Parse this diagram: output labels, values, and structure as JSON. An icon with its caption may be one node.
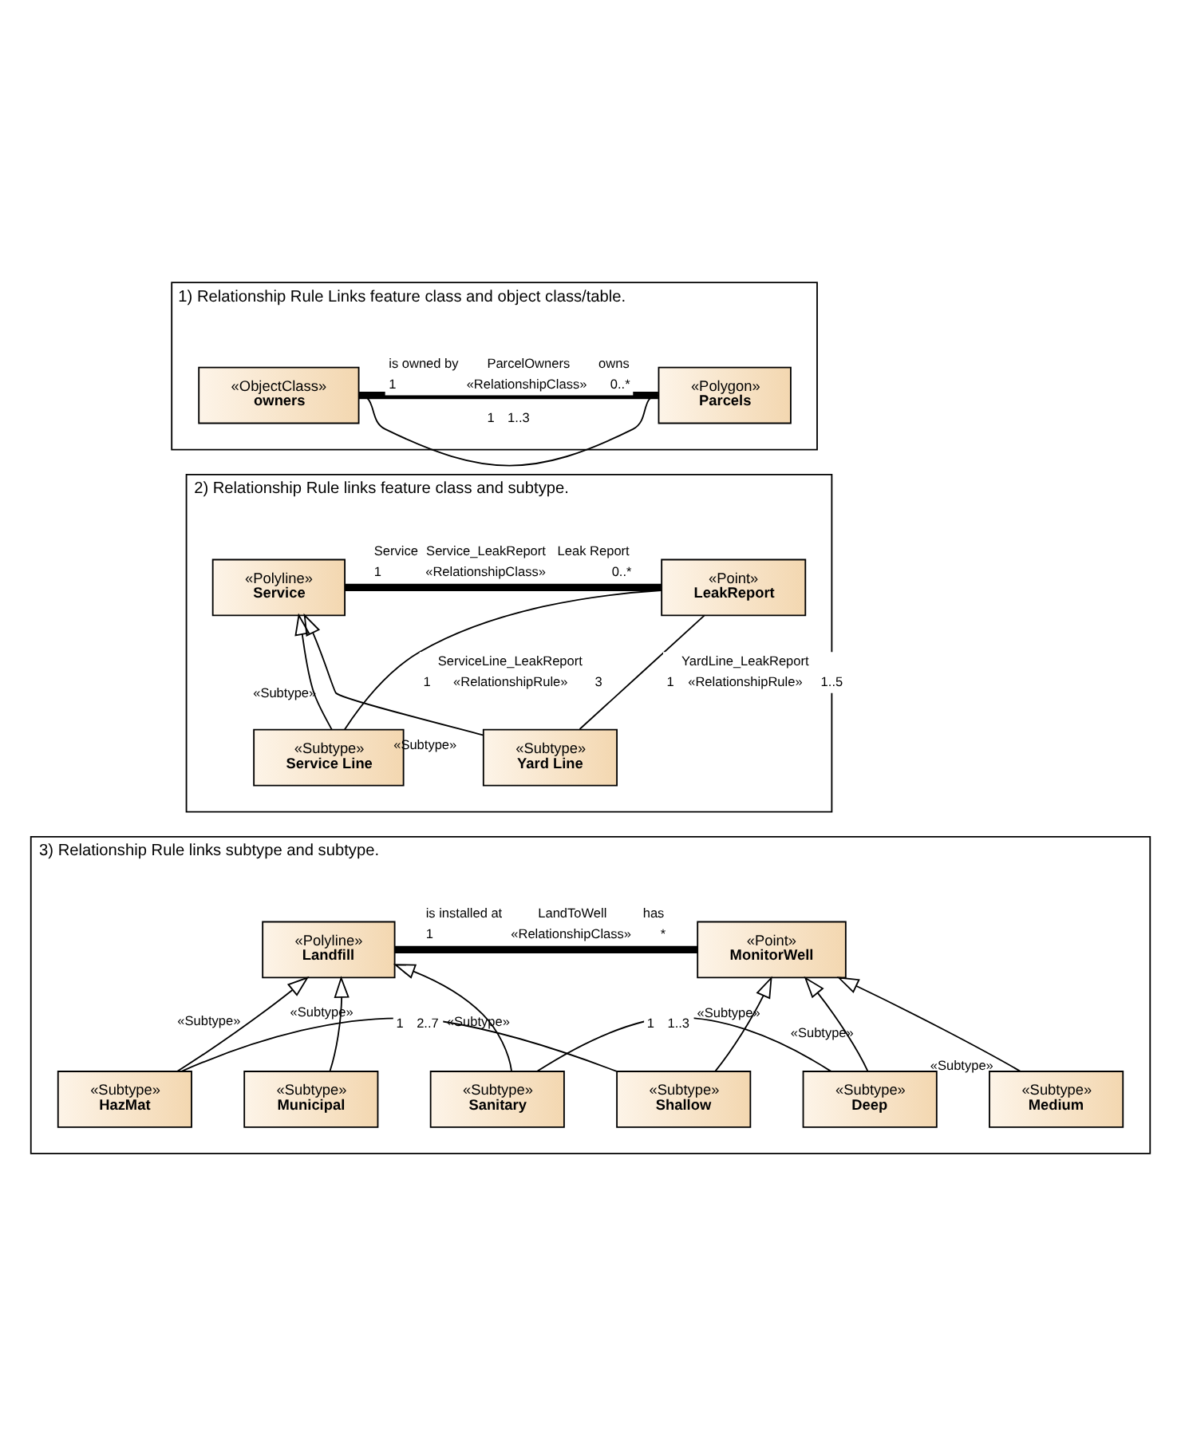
{
  "diagram": {
    "nodes": [
      {
        "text": [
          "1) Relationship Rule Links feature class and object class/table."
        ]
      },
      {
        "text": [
          "«ObjectClass»",
          "owners"
        ],
        "in": 0
      },
      {
        "text": [
          "«Polygon»",
          "Parcels"
        ],
        "in": 0
      },
      {
        "text": [
          "2) Relationship Rule links feature class and subtype."
        ]
      },
      {
        "text": [
          "«Polyline»",
          "Service"
        ],
        "in": 3
      },
      {
        "text": [
          "«Point»",
          "LeakReport"
        ],
        "in": 3
      },
      {
        "text": [
          "«Subtype»",
          "Service Line"
        ],
        "in": 3
      },
      {
        "text": [
          "«Subtype»",
          "Yard Line"
        ],
        "in": 3
      },
      {
        "text": [
          "3) Relationship Rule links subtype and subtype."
        ]
      },
      {
        "text": [
          "«Polyline»",
          "Landfill"
        ],
        "in": 8
      },
      {
        "text": [
          "«Point»",
          "MonitorWell"
        ],
        "in": 8
      },
      {
        "text": [
          "«Subtype»",
          "HazMat"
        ],
        "in": 8
      },
      {
        "text": [
          "«Subtype»",
          "Municipal"
        ],
        "in": 8
      },
      {
        "text": [
          "«Subtype»",
          "Sanitary"
        ],
        "in": 8
      },
      {
        "text": [
          "«Subtype»",
          "Shallow"
        ],
        "in": 8
      },
      {
        "text": [
          "«Subtype»",
          "Deep"
        ],
        "in": 8
      },
      {
        "text": [
          "«Subtype»",
          "Medium"
        ],
        "in": 8
      }
    ],
    "edges": [
      {
        "from": 1,
        "to": 2,
        "arrow": "none",
        "style": "thick",
        "label": "ParcelOwners"
      },
      {
        "from": 1,
        "to": 2,
        "arrow": "none"
      },
      {
        "from": 4,
        "to": 5,
        "arrow": "none",
        "style": "thick",
        "label": "Service_LeakReport"
      },
      {
        "from": 6,
        "to": 4,
        "arrow": "to",
        "label": "«Subtype»"
      },
      {
        "from": 7,
        "to": 4,
        "arrow": "to",
        "label": "«Subtype»"
      },
      {
        "from": 7,
        "to": 5,
        "arrow": "none",
        "label": "YardLine_LeakReport"
      },
      {
        "from": 6,
        "to": 5,
        "arrow": "none",
        "label": "ServiceLine_LeakReport"
      },
      {
        "from": 9,
        "to": 10,
        "arrow": "none",
        "style": "thick",
        "label": "LandToWell"
      },
      {
        "from": 11,
        "to": 9,
        "arrow": "to",
        "label": "«Subtype»"
      },
      {
        "from": 12,
        "to": 9,
        "arrow": "to",
        "label": "«Subtype»"
      },
      {
        "from": 13,
        "to": 9,
        "arrow": "to",
        "label": "«Subtype»"
      },
      {
        "from": 14,
        "to": 10,
        "arrow": "to",
        "label": "«Subtype»"
      },
      {
        "from": 15,
        "to": 10,
        "arrow": "to",
        "label": "«Subtype»"
      },
      {
        "from": 16,
        "to": 10,
        "arrow": "to",
        "label": "«Subtype»"
      },
      {
        "from": 11,
        "to": 14,
        "arrow": "none"
      },
      {
        "from": 13,
        "to": 15,
        "arrow": "none"
      }
    ],
    "labels": [
      "is owned by",
      "owns",
      "1",
      "«RelationshipClass»",
      "0..*",
      "1",
      "1..3",
      "Service",
      "Leak Report",
      "1",
      "«RelationshipClass»",
      "0..*",
      "1..5",
      "3",
      "1",
      "«RelationshipRule»",
      "1",
      "«RelationshipRule»",
      "is installed at",
      "has",
      "1",
      "«RelationshipClass»",
      "*",
      "1",
      "2..7",
      "1..3",
      "1"
    ]
  }
}
